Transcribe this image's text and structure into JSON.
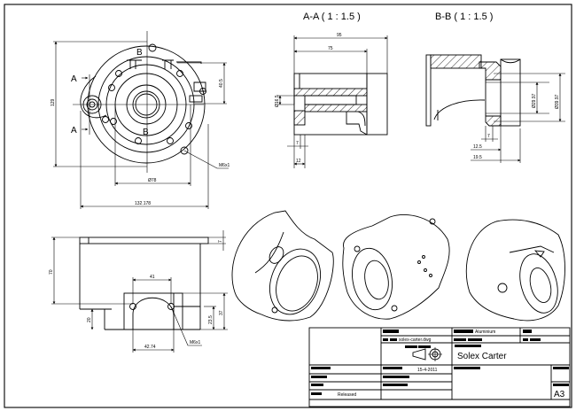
{
  "drawing": {
    "section_titles": {
      "aa": "A-A ( 1 : 1.5 )",
      "bb": "B-B ( 1 : 1.5 )"
    },
    "section_markers": {
      "a": "A",
      "b": "B"
    },
    "front_view": {
      "dims": {
        "height": "129",
        "right_height": "40.5",
        "bore_diameter": "Ø78",
        "width": "132.178"
      },
      "thread_callout": "M6x1"
    },
    "section_aa": {
      "dims": {
        "overall": "95",
        "inner": "75",
        "bore": "Ø16.5",
        "wall": "7",
        "flange": "12"
      }
    },
    "section_bb": {
      "dims": {
        "inner_d": "Ø29.97",
        "outer_d": "Ø39.97",
        "step1": "7",
        "step2": "12.5",
        "step3": "19.5"
      }
    },
    "side_view": {
      "dims": {
        "height": "70",
        "plate": "7",
        "hole_spacing": "41",
        "base": "20",
        "hole_height": "23.5",
        "block_height": "37",
        "arch_width": "42.74"
      },
      "thread_callout": "M6x1"
    }
  },
  "title_block": {
    "material": "Aluminium",
    "filename": "solex-carter.dwg",
    "date": "15-4-2011",
    "title": "Solex Carter",
    "status": "Released",
    "sheet_size": "A3"
  }
}
